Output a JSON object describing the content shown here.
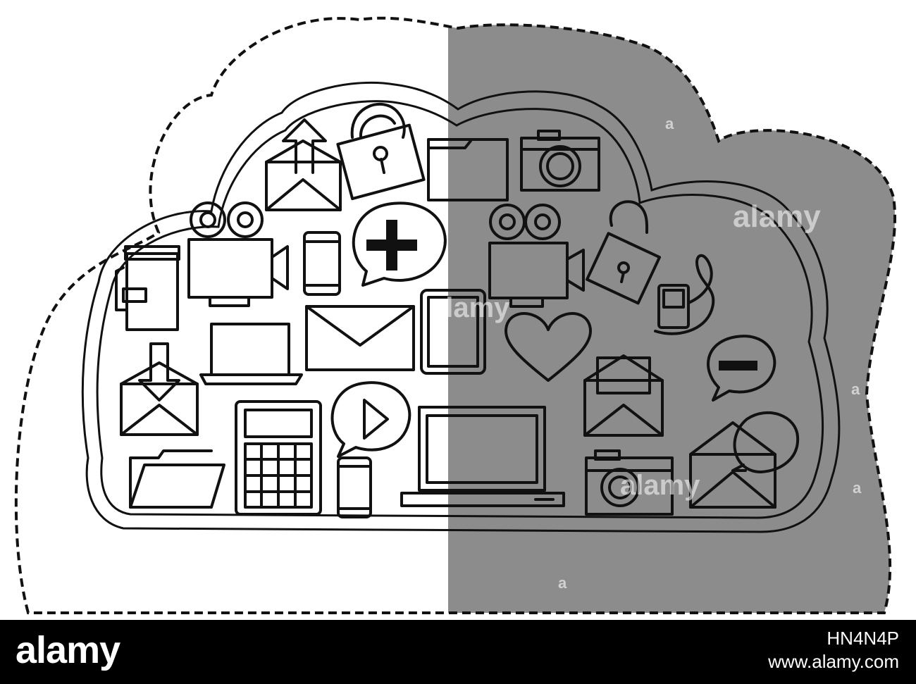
{
  "illustration": {
    "subject": "cloud-computing-icons",
    "colors": {
      "line": "#111111",
      "shadow": "#8c8c8c",
      "background": "#ffffff"
    },
    "icons": [
      "mail-upload-icon",
      "padlock-icon",
      "folder-icon",
      "camera-icon",
      "film-reel-icon",
      "video-camera-icon",
      "smartphone-icon",
      "add-chat-icon",
      "open-padlock-icon",
      "mp3-player-icon",
      "coffee-cup-icon",
      "laptop-icon",
      "envelope-icon",
      "tablet-icon",
      "heart-icon",
      "open-mail-icon",
      "minus-chat-icon",
      "mail-download-icon",
      "calculator-icon",
      "play-chat-icon",
      "chat-bubbles-icon"
    ]
  },
  "watermark": {
    "text": "alamy",
    "small_mark": "a"
  },
  "footer": {
    "logo": "alamy",
    "image_id": "HN4N4P",
    "url": "www.alamy.com"
  }
}
